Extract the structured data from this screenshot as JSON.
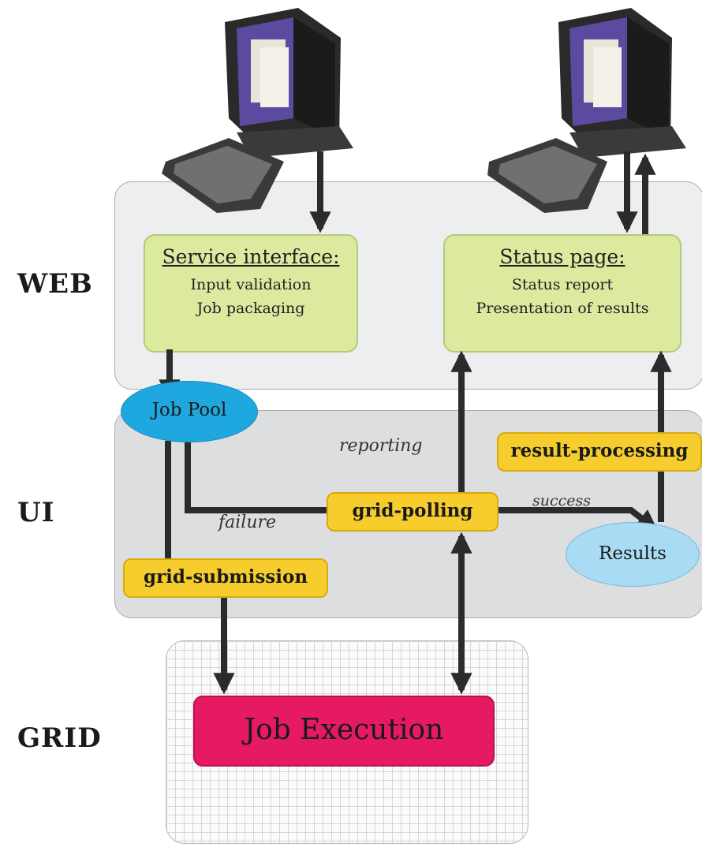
{
  "layers": {
    "web": "WEB",
    "ui": "UI",
    "grid": "GRID"
  },
  "service_interface": {
    "title": "Service interface:",
    "lines": [
      "Input validation",
      "Job packaging"
    ]
  },
  "status_page": {
    "title": "Status page:",
    "lines": [
      "Status report",
      "Presentation of results"
    ]
  },
  "nodes": {
    "job_pool": "Job Pool",
    "results": "Results",
    "grid_polling": "grid-polling",
    "grid_submission": "grid-submission",
    "result_processing": "result-processing",
    "job_execution": "Job Execution"
  },
  "edge_labels": {
    "reporting": "reporting",
    "failure": "failure",
    "success": "success"
  },
  "colors": {
    "web_panel": "#eceeef",
    "ui_panel": "#dcdedf",
    "green_box": "#dceaa0",
    "yellow_box": "#f7cd2e",
    "job_pool": "#1fa8e0",
    "results": "#a9dbf4",
    "job_execution": "#e51a63",
    "arrow": "#2b2b2b"
  }
}
